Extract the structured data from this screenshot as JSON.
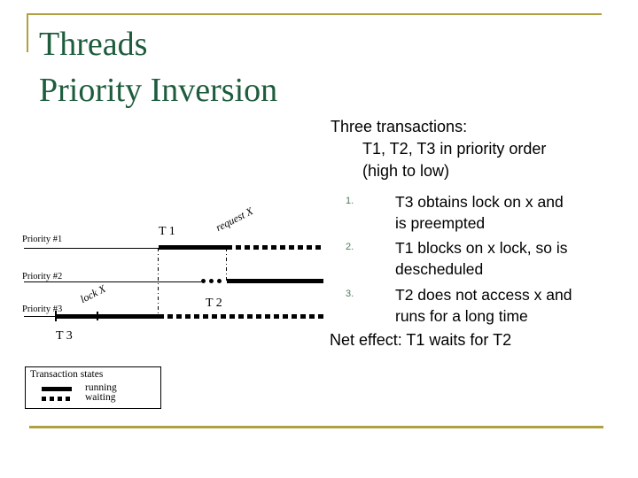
{
  "slide": {
    "title_lines": [
      "Threads",
      "Priority Inversion"
    ]
  },
  "right_panel": {
    "intro_line1": "Three transactions:",
    "intro_line2": "T1, T2, T3 in priority order",
    "intro_line3": "(high to low)",
    "items": [
      {
        "num": "1.",
        "lines": [
          "T3 obtains lock on x and",
          "is preempted"
        ]
      },
      {
        "num": "2.",
        "lines": [
          "T1 blocks on x lock, so is",
          "descheduled"
        ]
      },
      {
        "num": "3.",
        "lines": [
          "T2 does not access x and",
          "runs for a long time"
        ]
      }
    ],
    "net_effect": "Net effect: T1 waits for T2"
  },
  "diagram": {
    "row1_label": "Priority #1",
    "row2_label": "Priority #2",
    "row3_label": "Priority #3",
    "t1": "T 1",
    "t2": "T 2",
    "t3": "T 3",
    "request_x": "request X",
    "lock_x": "lock X"
  },
  "legend": {
    "title": "Transaction states",
    "running": "running",
    "waiting": "waiting"
  },
  "colors": {
    "title_green": "#1d5c3c",
    "frame_gold": "#b1a040",
    "list_number_green": "#4f7a5c",
    "diagram_black": "#000000"
  }
}
